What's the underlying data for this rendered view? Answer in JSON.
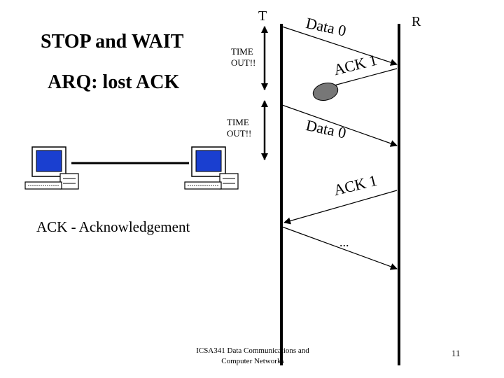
{
  "slide": {
    "title_line1": "STOP and WAIT",
    "title_line2": "ARQ: lost ACK",
    "footnote": "ACK - Acknowledgement",
    "footer_line1": "ICSA341 Data Communications and",
    "footer_line2": "Computer Networks",
    "page_number": "11"
  },
  "diagram": {
    "sender_label": "T",
    "receiver_label": "R",
    "timeout1_line1": "TIME",
    "timeout1_line2": "OUT!!",
    "timeout2_line1": "TIME",
    "timeout2_line2": "OUT!!",
    "data_label_1": "Data 0",
    "ack_label_1": "ACK 1",
    "data_label_2": "Data 0",
    "ack_label_2": "ACK 1",
    "ellipsis": "...",
    "colors": {
      "screen": "#1a3fd0",
      "lost_blob": "#777777"
    }
  }
}
